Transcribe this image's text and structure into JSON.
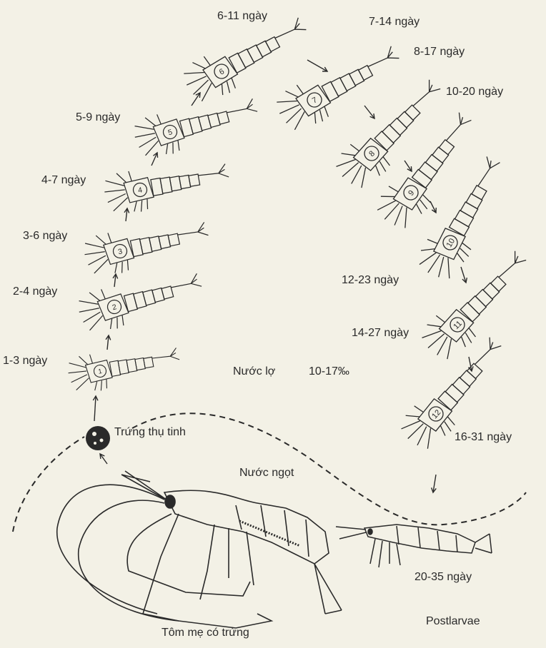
{
  "labels": {
    "stage_1": "1-3 ngày",
    "stage_2": "2-4 ngày",
    "stage_3": "3-6 ngày",
    "stage_4": "4-7 ngày",
    "stage_5": "5-9 ngày",
    "stage_6": "6-11 ngày",
    "stage_7": "7-14 ngày",
    "stage_8": "8-17 ngày",
    "stage_9": "10-20 ngày",
    "stage_10": "12-23 ngày",
    "stage_11": "14-27 ngày",
    "stage_12": "16-31 ngày",
    "postlarvae_days": "20-35 ngày",
    "postlarvae": "Postlarvae",
    "brackish_water": "Nước lợ",
    "salinity": "10-17‰",
    "fresh_water": "Nước ngọt",
    "fertilized_egg": "Trứng thụ tinh",
    "mother_shrimp": "Tôm mẹ có trứng"
  },
  "larva_numbers": [
    "1",
    "2",
    "3",
    "4",
    "5",
    "6",
    "7",
    "8",
    "9",
    "10",
    "11",
    "12"
  ],
  "colors": {
    "ink": "#2a2a2a",
    "paper": "#f3f1e6"
  }
}
